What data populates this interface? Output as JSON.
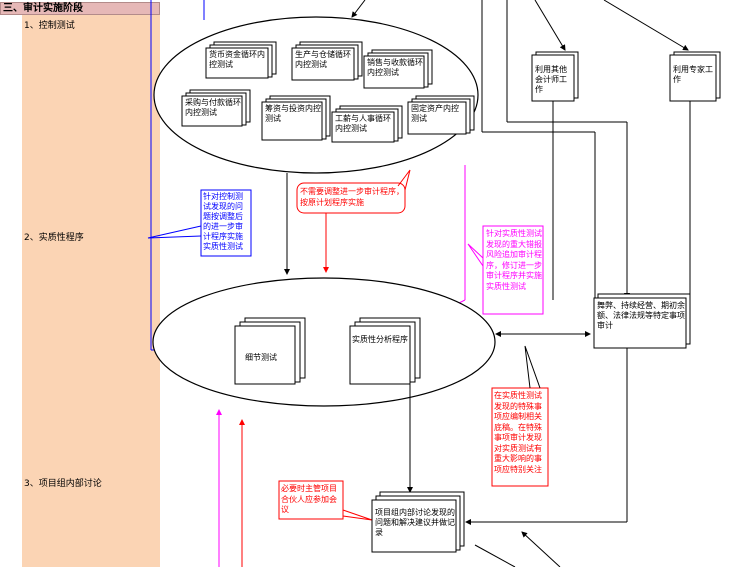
{
  "header": {
    "stage_title": "三、审计实施阶段"
  },
  "steps": [
    {
      "label": "1、控制测试"
    },
    {
      "label": "2、实质性程序"
    },
    {
      "label": "3、项目组内部讨论"
    }
  ],
  "top_ellipse": {
    "docs": [
      {
        "label": "货币资金循环内控测试"
      },
      {
        "label": "生产与仓储循环内控测试"
      },
      {
        "label": "销售与收款循环内控测试"
      },
      {
        "label": "采购与付款循环内控测试"
      },
      {
        "label": "筹资与投资内控测试"
      },
      {
        "label": "工薪与人事循环内控测试"
      },
      {
        "label": "固定资产内控测试"
      }
    ]
  },
  "right_docs": {
    "other_auditor": "利用其他会计师工作",
    "expert": "利用专家工作",
    "special_items": "舞弊、持续经营、期初余额、法律法规等特定事项审计"
  },
  "callouts": {
    "blue": "针对控制测试发现的问题按调整后的进一步审计程序实施实质性测试",
    "red_top": "不需要调整进一步审计程序，按原计划程序实施",
    "magenta": "针对实质性测试发现的重大错报风险追加审计程序，修订进一步审计程序并实施实质性测试",
    "red_right": "在实质性测试发现的特殊事项应编制相关底稿。在特殊事项审计发现对实质测试有重大影响的事项应特别关注",
    "red_bottom": "必要时主管项目合伙人应参加会议"
  },
  "bottom_ellipse": {
    "detail_test": "细节测试",
    "analytical": "实质性分析程序"
  },
  "discussion_doc": "项目组内部讨论发现的问题和解决建议并做记录",
  "colors": {
    "header_fill": "#e6b8b7",
    "left_column_fill": "#fbd4b4",
    "blue": "#0000ff",
    "red": "#ff0000",
    "magenta": "#ff00ff",
    "line": "#000000"
  }
}
